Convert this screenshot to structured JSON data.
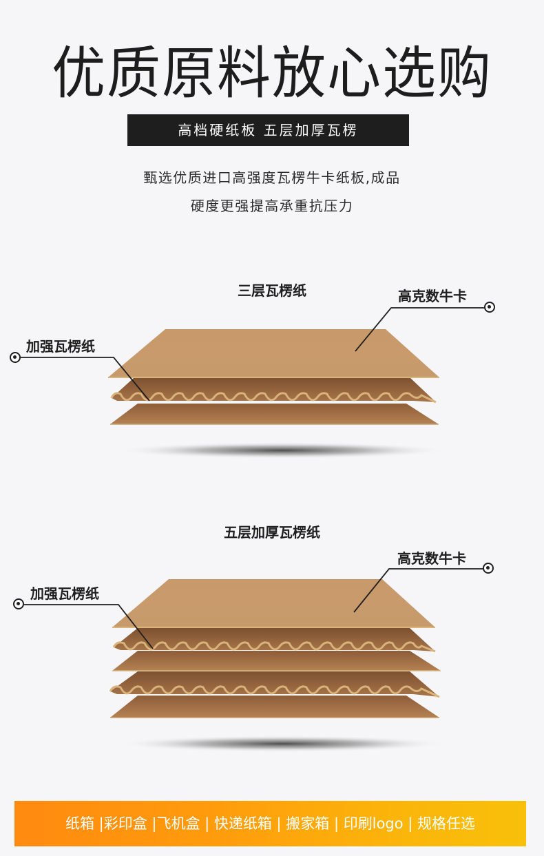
{
  "hero": {
    "title": "优质原料放心选购",
    "badge": "高档硬纸板 五层加厚瓦楞",
    "description_line1": "甄选优质进口高强度瓦楞牛卡纸板,成品",
    "description_line2": "硬度更强提高承重抗压力"
  },
  "diagrams": [
    {
      "title": "三层瓦楞纸",
      "label_right": "高克数牛卡",
      "label_left": "加强瓦楞纸",
      "layers": [
        "flat",
        "corrugated",
        "flat"
      ]
    },
    {
      "title": "五层加厚瓦楞纸",
      "label_right": "高克数牛卡",
      "label_left": "加强瓦楞纸",
      "layers": [
        "flat",
        "corrugated",
        "flat",
        "corrugated",
        "flat"
      ]
    }
  ],
  "banner": {
    "text": "纸箱 |彩印盒 |飞机盒 | 快递纸箱 | 搬家箱 | 印刷logo | 规格任选",
    "items": [
      "纸箱",
      "彩印盒",
      "飞机盒",
      "快递纸箱",
      "搬家箱",
      "印刷logo",
      "规格任选"
    ]
  },
  "colors": {
    "background": "#f6f5f7",
    "badge_bg": "#1e1e1e",
    "kraft_light": "#c8996a",
    "kraft_dark": "#8e5e38",
    "banner_start": "#ff8a10",
    "banner_end": "#f8c00a"
  }
}
